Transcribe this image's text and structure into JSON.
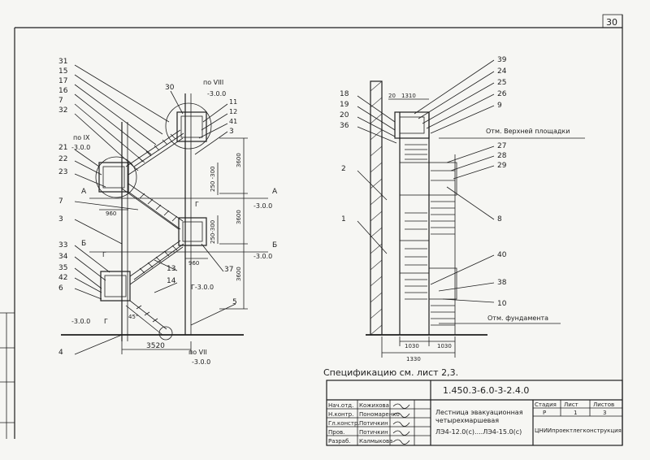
{
  "sheet_number": "30",
  "left_view": {
    "callouts_left": [
      "31",
      "15",
      "17",
      "16",
      "7",
      "32",
      "21",
      "22",
      "23",
      "7",
      "3",
      "33",
      "34",
      "35",
      "42",
      "6",
      "4"
    ],
    "callouts_right": [
      "30",
      "11",
      "12",
      "41",
      "3",
      "13",
      "14",
      "5",
      "37"
    ],
    "section_marks": {
      "viii": "по VIII",
      "viii_level": "-3.0.0",
      "ix": "по IX",
      "ix_level": "-3.0.0",
      "vii": "по VII",
      "vii_level": "-3.0.0"
    },
    "cut_labels": {
      "a": "А",
      "b": "Б",
      "g": "Г"
    },
    "levels": {
      "a_level": "-3.0.0",
      "b_level": "-3.0.0",
      "g_level": "Г-3.0.0",
      "ground": "-3.0.0",
      "ground_mark": "Г"
    },
    "dims": {
      "h1": "3600",
      "h2": "3600",
      "h3": "3600",
      "s1": "250 -300",
      "s2": "250-300",
      "w960a": "960",
      "w960b": "960",
      "total": "3520",
      "angle": "45°"
    }
  },
  "right_view": {
    "callouts_left": [
      "18",
      "19",
      "20",
      "36",
      "2",
      "1"
    ],
    "callouts_right": [
      "39",
      "24",
      "25",
      "26",
      "9",
      "27",
      "28",
      "29",
      "8",
      "40",
      "38",
      "10"
    ],
    "dims": {
      "d20": "20",
      "d1310": "1310",
      "d1030a": "1030",
      "d1030b": "1030",
      "d1330": "1330"
    },
    "notes": {
      "top": "Отм. Верхней площадки",
      "bottom": "Отм. фундамента"
    }
  },
  "spec_note": "Спецификацию  см. лист 2,3.",
  "title_block": {
    "doc_code": "1.450.3-6.0-3-2.4.0",
    "rows": [
      {
        "role": "Нач.отд.",
        "name": "Кожихова"
      },
      {
        "role": "Н.контр.",
        "name": "Пономаренко"
      },
      {
        "role": "Гл.констр.",
        "name": "Потичкин"
      },
      {
        "role": "Пров.",
        "name": "Потичкин"
      },
      {
        "role": "Разраб.",
        "name": "Калмыкова"
      }
    ],
    "title_line1": "Лестница эвакуационная",
    "title_line2": "четырехмаршевая",
    "title_line3": "ЛЭ4-12.0(с)....ЛЭ4-15.0(с)",
    "stage_label": "Стадия",
    "sheet_label": "Лист",
    "sheets_label": "Листов",
    "stage_value": "Р",
    "sheet_value": "1",
    "sheets_value": "3",
    "org": "ЦНИИпроектлегконструкция"
  }
}
